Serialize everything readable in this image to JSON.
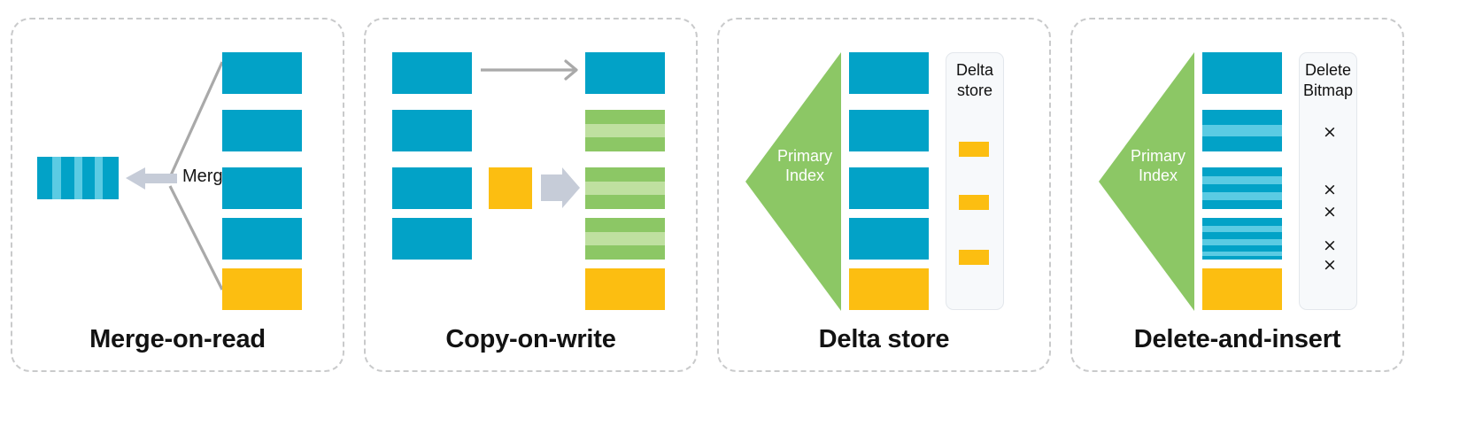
{
  "diagram": {
    "title_visible": false,
    "colors": {
      "teal": "#02a2c7",
      "teal_light": "#5bcbe3",
      "yellow": "#fcbe11",
      "green_dark": "#8cc765",
      "green_light": "#bfe0a0",
      "arrow_gray": "#a9a9a9",
      "arrow_block_gray": "#c6ccd8",
      "panel_border": "#c9cacb",
      "sidebox_bg": "#f7f9fb",
      "text": "#121212"
    }
  },
  "panels": [
    {
      "id": "merge-on-read",
      "title": "Merge-on-read",
      "merge_label": "Merge",
      "key_block_stripes": [
        "dark",
        "light",
        "dark",
        "light",
        "dark",
        "light",
        "dark"
      ],
      "source_blocks": [
        {
          "type": "teal"
        },
        {
          "type": "teal"
        },
        {
          "type": "teal"
        },
        {
          "type": "teal"
        },
        {
          "type": "yellow"
        }
      ]
    },
    {
      "id": "copy-on-write",
      "title": "Copy-on-write",
      "left_blocks": [
        {
          "type": "teal"
        },
        {
          "type": "teal"
        },
        {
          "type": "teal"
        },
        {
          "type": "teal"
        }
      ],
      "update_block": {
        "type": "yellow"
      },
      "right_blocks": [
        {
          "type": "teal"
        },
        {
          "type": "green-striped"
        },
        {
          "type": "green-striped"
        },
        {
          "type": "green-striped"
        },
        {
          "type": "yellow"
        }
      ]
    },
    {
      "id": "delta-store",
      "title": "Delta store",
      "index_label": "Primary\nIndex",
      "blocks": [
        {
          "type": "teal"
        },
        {
          "type": "teal"
        },
        {
          "type": "teal"
        },
        {
          "type": "teal"
        },
        {
          "type": "yellow"
        }
      ],
      "sidebox": {
        "title": "Delta\nstore",
        "chips": 3
      }
    },
    {
      "id": "delete-and-insert",
      "title": "Delete-and-insert",
      "index_label": "Primary\nIndex",
      "blocks": [
        {
          "type": "teal",
          "stripes": 0
        },
        {
          "type": "teal",
          "stripes": 1
        },
        {
          "type": "teal",
          "stripes": 2
        },
        {
          "type": "teal",
          "stripes": 3
        },
        {
          "type": "yellow",
          "stripes": 0
        }
      ],
      "sidebox": {
        "title": "Delete\nBitmap",
        "marks": [
          "×",
          "×",
          "×",
          "×",
          "×",
          "×"
        ]
      }
    }
  ]
}
